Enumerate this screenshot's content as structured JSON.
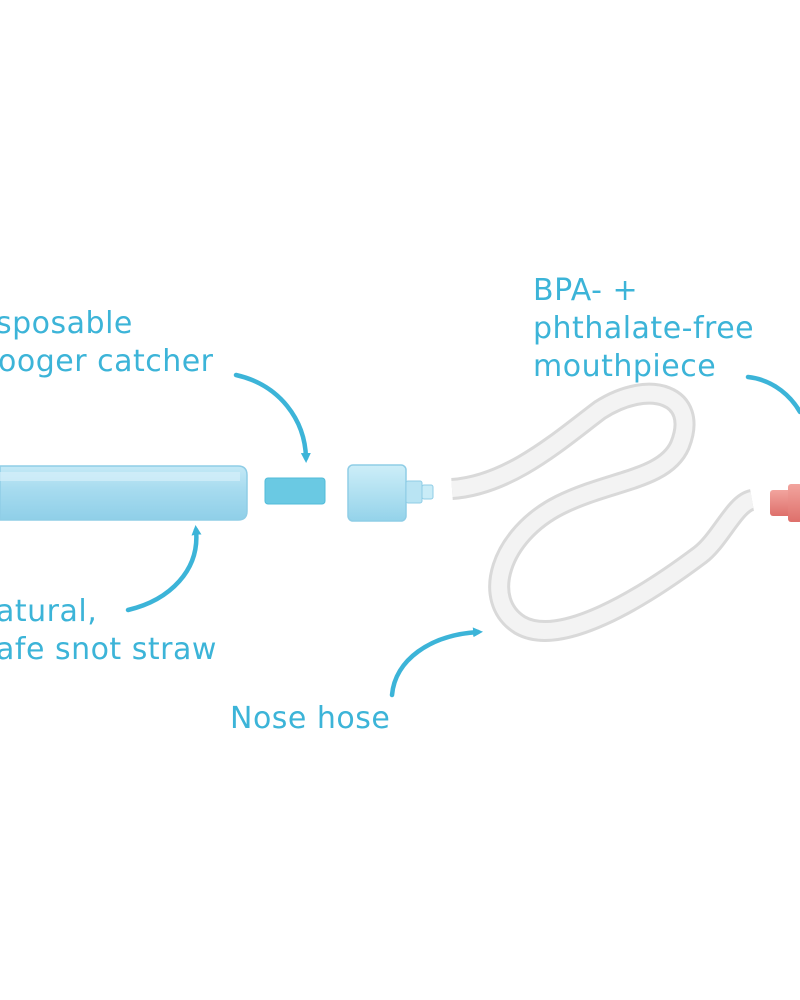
{
  "colors": {
    "accent": "#3cb4d8",
    "straw": "#a9dcef",
    "filter": "#68c8e2",
    "hose": "#e6e6e6",
    "mouthpiece": "#e8857f"
  },
  "labels": {
    "booger_catcher": [
      "sposable",
      "ooger catcher"
    ],
    "mouthpiece": [
      "BPA- +",
      "phthalate-free",
      "mouthpiece"
    ],
    "snot_straw": [
      "atural,",
      "afe snot straw"
    ],
    "nose_hose": [
      "Nose hose"
    ]
  }
}
